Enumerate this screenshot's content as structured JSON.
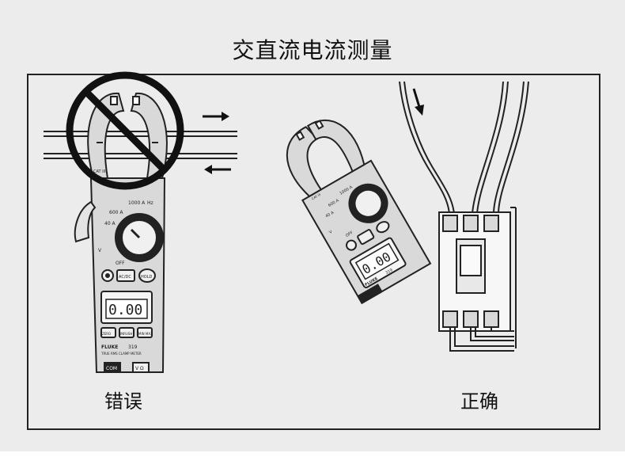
{
  "title": "交直流电流测量",
  "wrong_caption": "错误",
  "right_caption": "正确",
  "meter_wrong": {
    "brand": "FLUKE",
    "model": "319",
    "subtitle": "TRUE RMS CLAMP METER",
    "display": "0.00",
    "range_labels": [
      "1000 A",
      "Hz",
      "600 A",
      "40 A",
      "V",
      "OFF"
    ],
    "buttons": [
      "AC/DC",
      "HOLD",
      "ZERO",
      "INRUSH",
      "MIN MAX"
    ],
    "jacks": [
      "COM",
      "V Ω"
    ],
    "cat_label": "CAT III"
  },
  "meter_right": {
    "brand": "FLUKE",
    "model": "319",
    "display": "0.00",
    "range_labels": [
      "1000 A",
      "600 A",
      "40 A",
      "V",
      "OFF"
    ],
    "cat_label": "CAT III"
  },
  "colors": {
    "ink": "#222222",
    "panel": "#ececec",
    "meter": "#d9d9d9"
  }
}
